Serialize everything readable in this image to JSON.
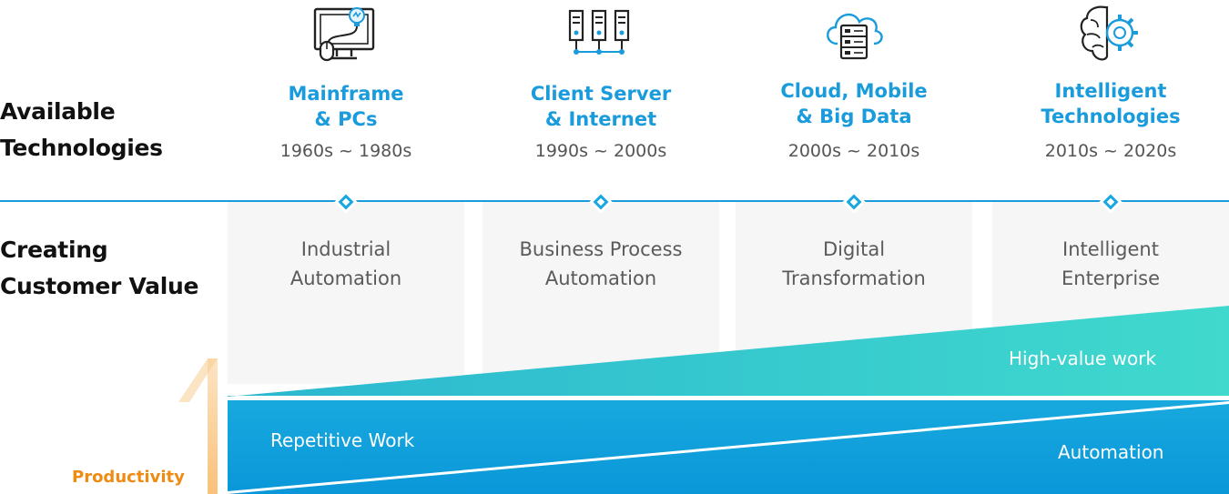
{
  "rows": {
    "technologies_label_1": "Available",
    "technologies_label_2": "Technologies",
    "value_label_1": "Creating",
    "value_label_2": "Customer Value"
  },
  "eras": [
    {
      "icon": "mainframe-pc-icon",
      "title_1": "Mainframe",
      "title_2": "& PCs",
      "years": "1960s ~ 1980s",
      "value_1": "Industrial",
      "value_2": "Automation"
    },
    {
      "icon": "server-network-icon",
      "title_1": "Client Server",
      "title_2": "& Internet",
      "years": "1990s ~ 2000s",
      "value_1": "Business Process",
      "value_2": "Automation"
    },
    {
      "icon": "cloud-database-icon",
      "title_1": "Cloud, Mobile",
      "title_2": "& Big Data",
      "years": "2000s ~ 2010s",
      "value_1": "Digital",
      "value_2": "Transformation"
    },
    {
      "icon": "brain-gear-icon",
      "title_1": "Intelligent",
      "title_2": "Technologies",
      "years": "2010s ~ 2020s",
      "value_1": "Intelligent",
      "value_2": "Enterprise"
    }
  ],
  "bands": {
    "high_value": "High-value work",
    "repetitive": "Repetitive Work",
    "automation": "Automation"
  },
  "productivity": "Productivity",
  "colors": {
    "accent_blue": "#1a9bdc",
    "teal": "#3ad0c9",
    "deep_blue": "#0a97d9",
    "orange": "#ef8b12"
  }
}
